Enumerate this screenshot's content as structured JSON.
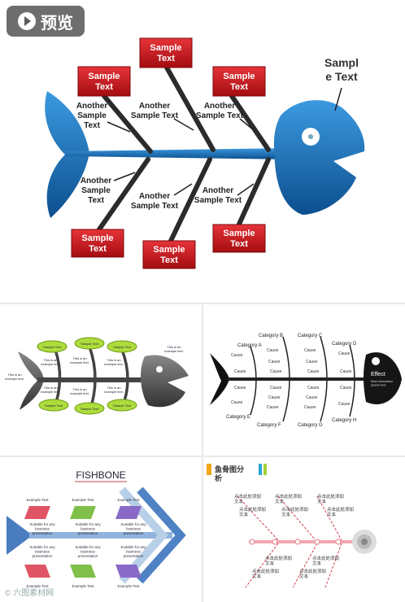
{
  "toolbar": {
    "preview_label": "预览"
  },
  "main": {
    "top_boxes": [
      "Sample\nText",
      "Sample\nText",
      "Sample\nText"
    ],
    "bottom_boxes": [
      "Sample\nText",
      "Sample\nText",
      "Sample\nText"
    ],
    "another": "Another\nSample\nText",
    "another2": "Another\nSample Text",
    "head_label": "Sampl\ne Text"
  },
  "tl": {
    "tag": "Sample Text",
    "note": "This is an\nexample text."
  },
  "tr": {
    "categories": [
      "Category A",
      "Category B",
      "Category C",
      "Category D",
      "Category E",
      "Category F",
      "Category G",
      "Category H"
    ],
    "cause": "Cause",
    "effect": "Effect",
    "effect_sub": "More information\nplaced here"
  },
  "bl": {
    "title": "FISHBONE",
    "ex": "Example Text",
    "suitable": "Suitable for any\nbusiness\npresentation"
  },
  "br": {
    "title": "鱼骨图分\n析",
    "click": "点击此处添加\n文本"
  },
  "watermark": "© 六图素材网",
  "colors": {
    "fish_blue": "#1c6eb3",
    "box_red": "#c8151b",
    "green": "#aedc3c"
  }
}
